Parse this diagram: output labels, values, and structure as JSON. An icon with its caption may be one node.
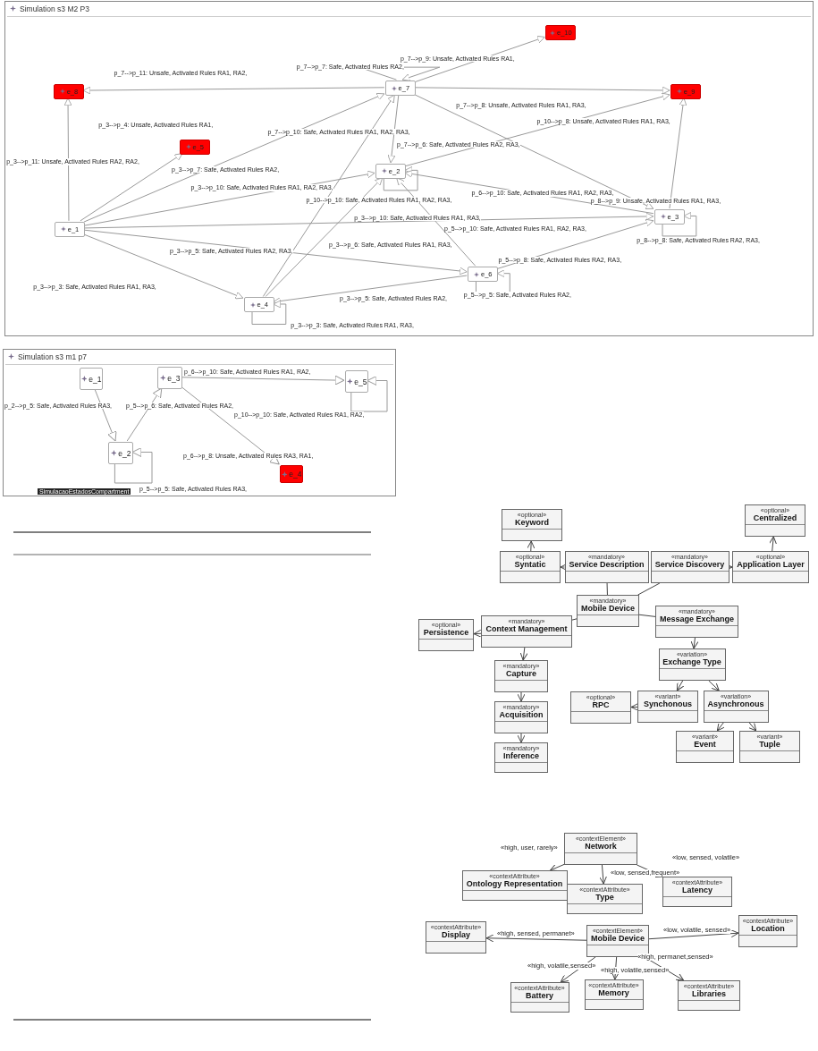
{
  "diagram": {
    "nodes": [
      {
        "text": [
          "Simulation s3 M2 P3"
        ]
      },
      {
        "text": [
          "e_10"
        ],
        "in": 0
      },
      {
        "text": [
          "e_7"
        ],
        "in": 0
      },
      {
        "text": [
          "e_8"
        ],
        "in": 0
      },
      {
        "text": [
          "e_9"
        ],
        "in": 0
      },
      {
        "text": [
          "e_5"
        ],
        "in": 0
      },
      {
        "text": [
          "e_2"
        ],
        "in": 0
      },
      {
        "text": [
          "e_1"
        ],
        "in": 0
      },
      {
        "text": [
          "e_3"
        ],
        "in": 0
      },
      {
        "text": [
          "e_6"
        ],
        "in": 0
      },
      {
        "text": [
          "e_4"
        ],
        "in": 0
      },
      {
        "text": [
          "Simulation s3 m1 p7"
        ]
      },
      {
        "text": [
          "e_1"
        ],
        "in": 11
      },
      {
        "text": [
          "e_3"
        ],
        "in": 11
      },
      {
        "text": [
          "e_5"
        ],
        "in": 11
      },
      {
        "text": [
          "e_2"
        ],
        "in": 11
      },
      {
        "text": [
          "e_4"
        ],
        "in": 11
      },
      {
        "text": [
          "«optional»",
          "Keyword"
        ]
      },
      {
        "text": [
          "«optional»",
          "Centralized"
        ]
      },
      {
        "text": [
          "«optional»",
          "Syntatic"
        ]
      },
      {
        "text": [
          "«mandatory»",
          "Service Description"
        ]
      },
      {
        "text": [
          "«mandatory»",
          "Service Discovery"
        ]
      },
      {
        "text": [
          "«optional»",
          "Application Layer"
        ]
      },
      {
        "text": [
          "«mandatory»",
          "Mobile Device"
        ]
      },
      {
        "text": [
          "«optional»",
          "Persistence"
        ]
      },
      {
        "text": [
          "«mandatory»",
          "Context Management"
        ]
      },
      {
        "text": [
          "«mandatory»",
          "Message Exchange"
        ]
      },
      {
        "text": [
          "«variation»",
          "Exchange Type"
        ]
      },
      {
        "text": [
          "«mandatory»",
          "Capture"
        ]
      },
      {
        "text": [
          "«optional»",
          "RPC"
        ]
      },
      {
        "text": [
          "«variant»",
          "Synchonous"
        ]
      },
      {
        "text": [
          "«variation»",
          "Asynchronous"
        ]
      },
      {
        "text": [
          "«mandatory»",
          "Acquisition"
        ]
      },
      {
        "text": [
          "«variant»",
          "Event"
        ]
      },
      {
        "text": [
          "«variant»",
          "Tuple"
        ]
      },
      {
        "text": [
          "«mandatory»",
          "Inference"
        ]
      },
      {
        "text": [
          "«contextElement»",
          "Network"
        ]
      },
      {
        "text": [
          "«contextAttribute»",
          "Ontology Representation"
        ]
      },
      {
        "text": [
          "«contextAttribute»",
          "Type"
        ]
      },
      {
        "text": [
          "«contextAttribute»",
          "Latency"
        ]
      },
      {
        "text": [
          "«contextAttribute»",
          "Display"
        ]
      },
      {
        "text": [
          "«contextElement»",
          "Mobile Device"
        ]
      },
      {
        "text": [
          "«contextAttribute»",
          "Location"
        ]
      },
      {
        "text": [
          "«contextAttribute»",
          "Battery"
        ]
      },
      {
        "text": [
          "«contextAttribute»",
          "Memory"
        ]
      },
      {
        "text": [
          "«contextAttribute»",
          "Libraries"
        ]
      }
    ],
    "edges": [
      {
        "from": 2,
        "to": 1,
        "arrow": "to",
        "label": "p_7-->p_9: Unsafe, Activated Rules RA1,"
      },
      {
        "from": 2,
        "to": 2,
        "arrow": "to",
        "label": "p_7-->p_7: Safe, Activated Rules RA2,"
      },
      {
        "from": 2,
        "to": 3,
        "arrow": "to",
        "label": "p_7-->p_11: Unsafe, Activated Rules RA1, RA2,"
      },
      {
        "from": 2,
        "to": 4,
        "arrow": "to"
      },
      {
        "from": 2,
        "to": 8,
        "arrow": "to",
        "label": "p_7-->p_8: Unsafe, Activated Rules RA1, RA3,"
      },
      {
        "from": 6,
        "to": 4,
        "arrow": "to",
        "label": "p_10-->p_8: Unsafe, Activated Rules RA1, RA3,"
      },
      {
        "from": 7,
        "to": 5,
        "arrow": "to",
        "label": "p_3-->p_4: Unsafe, Activated Rules RA1,"
      },
      {
        "from": 10,
        "to": 2,
        "arrow": "to",
        "label": "p_7-->p_10: Safe, Activated Rules RA1, RA2, RA3,"
      },
      {
        "from": 7,
        "to": 3,
        "arrow": "to",
        "label": "p_3-->p_11: Unsafe, Activated Rules RA2, RA2,"
      },
      {
        "from": 7,
        "to": 2,
        "arrow": "to",
        "label": "p_3-->p_7: Safe, Activated Rules RA2,"
      },
      {
        "from": 2,
        "to": 6,
        "arrow": "to",
        "label": "p_7-->p_6: Safe, Activated Rules RA2, RA3,"
      },
      {
        "from": 7,
        "to": 6,
        "arrow": "to",
        "label": "p_3-->p_10: Safe, Activated Rules RA1, RA2, RA3,"
      },
      {
        "from": 6,
        "to": 6,
        "arrow": "to",
        "label": "p_10-->p_10: Safe, Activated Rules RA1, RA2, RA3,"
      },
      {
        "from": 8,
        "to": 6,
        "arrow": "to",
        "label": "p_6-->p_10: Safe, Activated Rules RA1, RA2, RA3,"
      },
      {
        "from": 8,
        "to": 4,
        "arrow": "to",
        "label": "p_8-->p_9: Unsafe, Activated Rules RA1, RA3,"
      },
      {
        "from": 7,
        "to": 8,
        "arrow": "to",
        "label": "p_3-->p_10: Safe, Activated Rules RA1, RA3,"
      },
      {
        "from": 8,
        "to": 8,
        "arrow": "to",
        "label": "p_8-->p_8: Safe, Activated Rules RA2, RA3,"
      },
      {
        "from": 7,
        "to": 9,
        "arrow": "to",
        "label": "p_3-->p_5: Safe, Activated Rules RA2, RA3,"
      },
      {
        "from": 9,
        "to": 6,
        "arrow": "to",
        "label": "p_5-->p_10: Safe, Activated Rules RA1, RA2, RA3,"
      },
      {
        "from": 9,
        "to": 8,
        "arrow": "to",
        "label": "p_5-->p_8: Safe, Activated Rules RA2, RA3,"
      },
      {
        "from": 10,
        "to": 6,
        "arrow": "to",
        "label": "p_3-->p_6: Safe, Activated Rules RA1, RA3,"
      },
      {
        "from": 9,
        "to": 10,
        "arrow": "to",
        "label": "p_3-->p_5: Safe, Activated Rules RA2,"
      },
      {
        "from": 7,
        "to": 10,
        "arrow": "to",
        "label": "p_3-->p_3: Safe, Activated Rules RA1, RA3,"
      },
      {
        "from": 9,
        "to": 9,
        "arrow": "to",
        "label": "p_5-->p_5: Safe, Activated Rules RA2,"
      },
      {
        "from": 10,
        "to": 10,
        "arrow": "to",
        "label": "p_3-->p_3: Safe, Activated Rules RA1, RA3,"
      },
      {
        "from": 12,
        "to": 15,
        "arrow": "to",
        "label": "p_2-->p_5: Safe, Activated Rules RA3,"
      },
      {
        "from": 15,
        "to": 13,
        "arrow": "to",
        "label": "p_5-->p_6: Safe, Activated Rules RA2,"
      },
      {
        "from": 13,
        "to": 14,
        "arrow": "to",
        "label": "p_6-->p_10: Safe, Activated Rules RA1, RA2,"
      },
      {
        "from": 14,
        "to": 14,
        "arrow": "to",
        "label": "p_10-->p_10: Safe, Activated Rules RA1, RA2,"
      },
      {
        "from": 13,
        "to": 16,
        "arrow": "to",
        "label": "p_6-->p_8: Unsafe, Activated Rules RA3, RA1,"
      },
      {
        "from": 15,
        "to": 15,
        "arrow": "to",
        "label": "p_5-->p_5: Safe, Activated Rules RA3,"
      },
      {
        "from": 19,
        "to": 17,
        "arrow": "to"
      },
      {
        "from": 20,
        "to": 19,
        "arrow": "to"
      },
      {
        "from": 23,
        "to": 20,
        "arrow": "none"
      },
      {
        "from": 23,
        "to": 21,
        "arrow": "none"
      },
      {
        "from": 21,
        "to": 22,
        "arrow": "to"
      },
      {
        "from": 22,
        "to": 18,
        "arrow": "to"
      },
      {
        "from": 23,
        "to": 25,
        "arrow": "none"
      },
      {
        "from": 25,
        "to": 24,
        "arrow": "to"
      },
      {
        "from": 23,
        "to": 26,
        "arrow": "none"
      },
      {
        "from": 26,
        "to": 27,
        "arrow": "to"
      },
      {
        "from": 25,
        "to": 28,
        "arrow": "to"
      },
      {
        "from": 28,
        "to": 32,
        "arrow": "to"
      },
      {
        "from": 32,
        "to": 35,
        "arrow": "to"
      },
      {
        "from": 27,
        "to": 30,
        "arrow": "to"
      },
      {
        "from": 27,
        "to": 31,
        "arrow": "to"
      },
      {
        "from": 30,
        "to": 29,
        "arrow": "to"
      },
      {
        "from": 31,
        "to": 33,
        "arrow": "to"
      },
      {
        "from": 31,
        "to": 34,
        "arrow": "to"
      },
      {
        "from": 36,
        "to": 37,
        "arrow": "to",
        "label": "«high, user, rarely»"
      },
      {
        "from": 36,
        "to": 38,
        "arrow": "to",
        "label": "«low, sensed,frequent»"
      },
      {
        "from": 36,
        "to": 39,
        "arrow": "to",
        "label": "«low, sensed, volatile»"
      },
      {
        "from": 41,
        "to": 40,
        "arrow": "to",
        "label": "«high, sensed, permanet»"
      },
      {
        "from": 41,
        "to": 42,
        "arrow": "to",
        "label": "«low, volatile, sensed»"
      },
      {
        "from": 41,
        "to": 43,
        "arrow": "to",
        "label": "«high, volatile,sensed»"
      },
      {
        "from": 41,
        "to": 44,
        "arrow": "to",
        "label": "«high, volatile,sensed»"
      },
      {
        "from": 41,
        "to": 45,
        "arrow": "to",
        "label": "«high, permanet,sensed»"
      }
    ],
    "labels": [
      "SimulacaoEstadosCompartment"
    ]
  }
}
